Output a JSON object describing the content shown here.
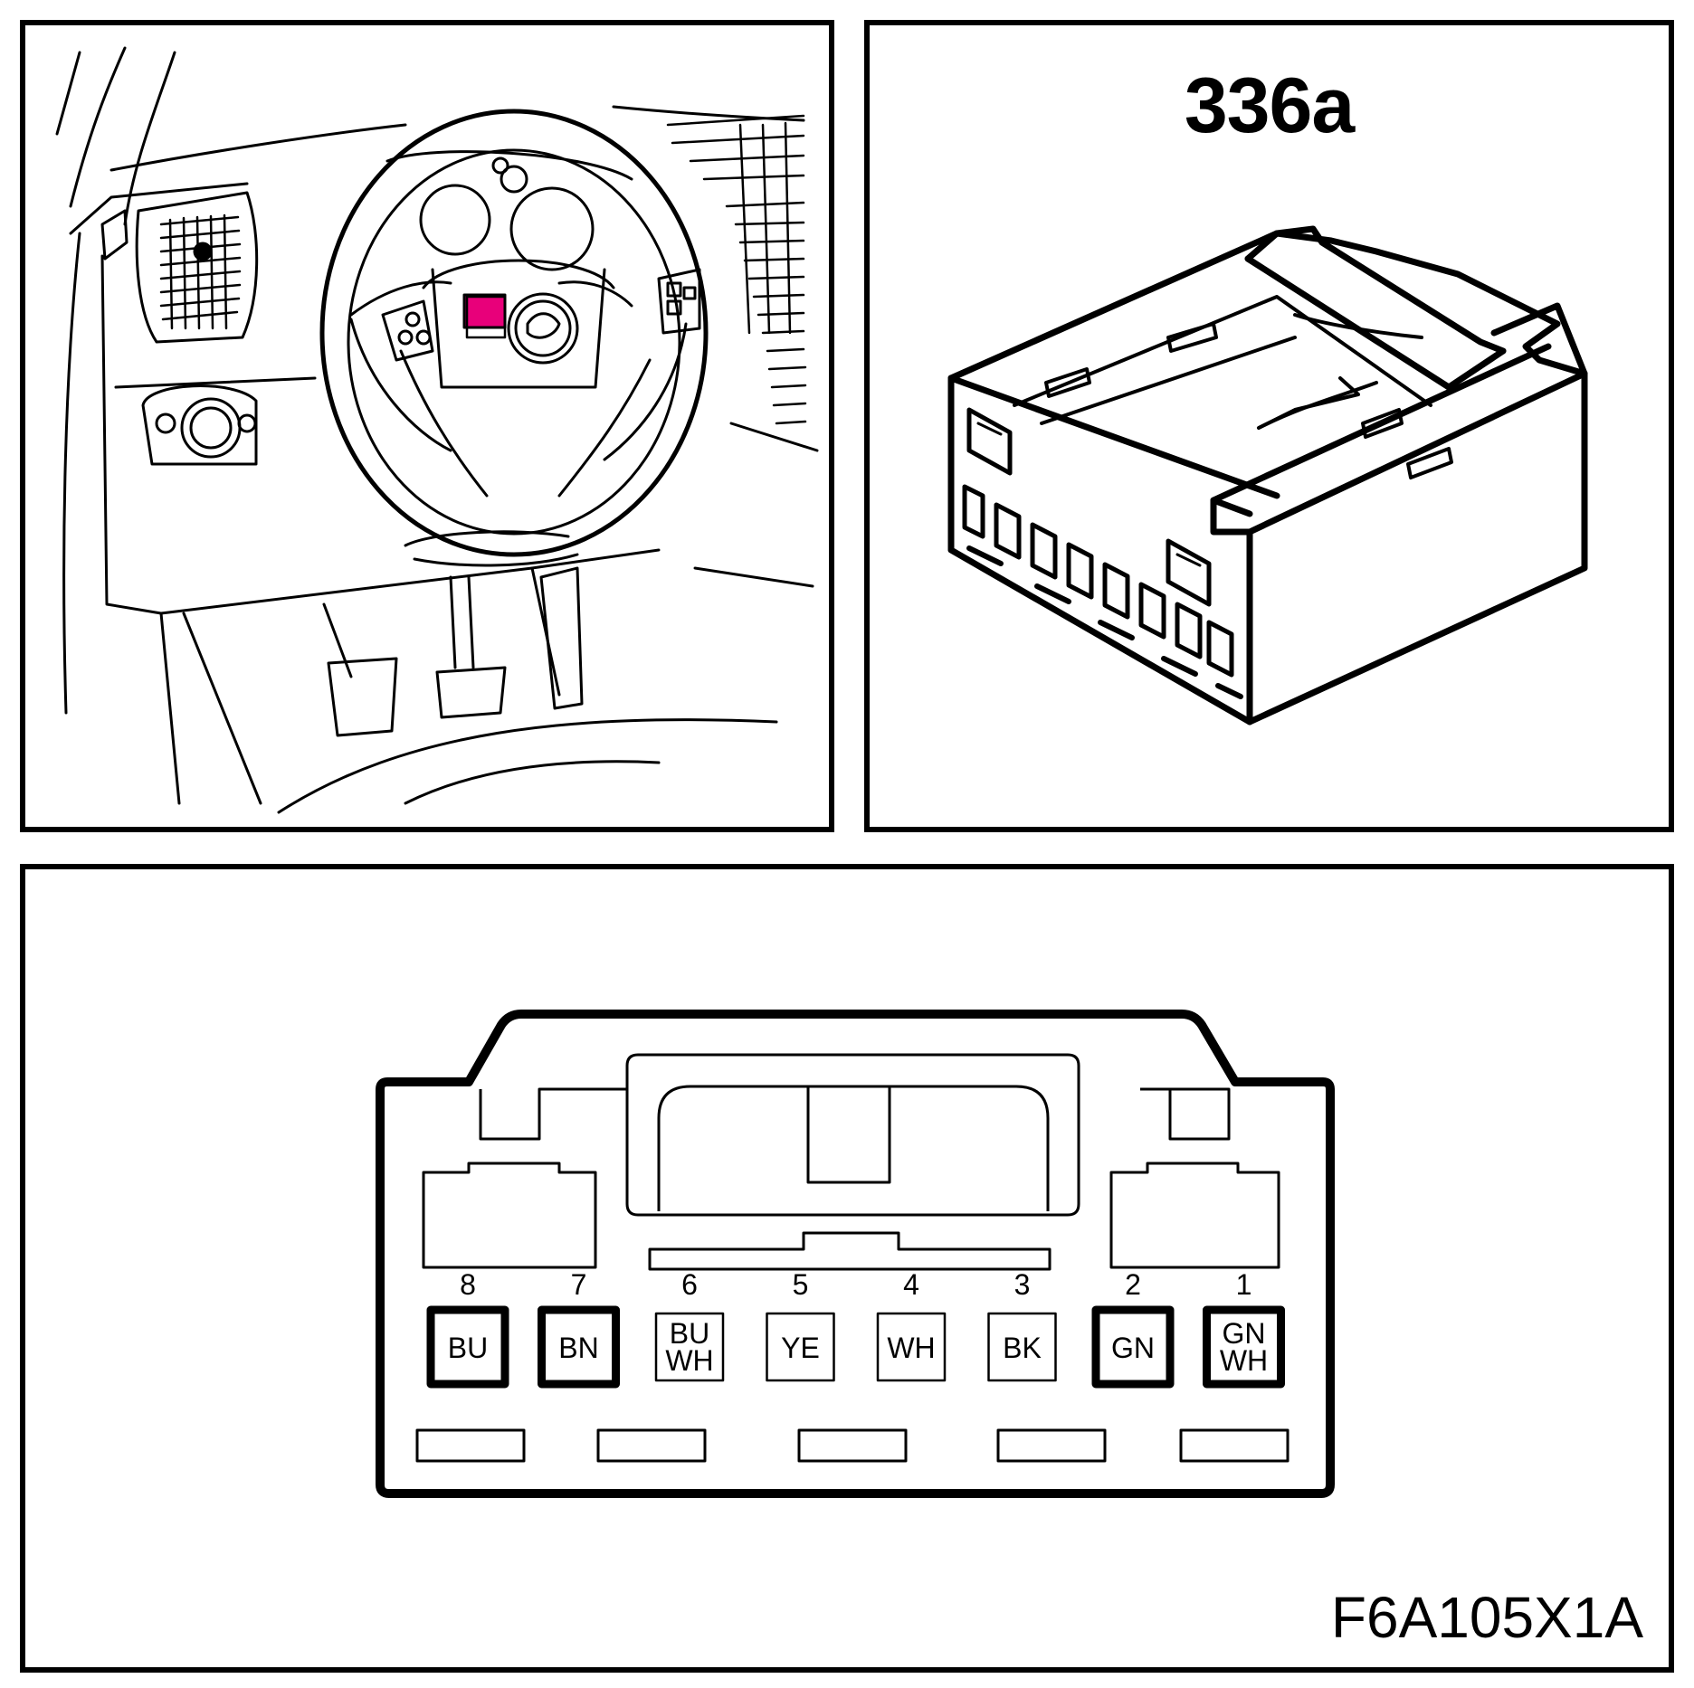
{
  "connector": {
    "id": "336a",
    "figure_code": "F6A105X1A"
  },
  "locator": {
    "highlight_color": "#e8007a"
  },
  "pins": [
    {
      "number": "8",
      "color_code": [
        "BU"
      ],
      "style": "heavy"
    },
    {
      "number": "7",
      "color_code": [
        "BN"
      ],
      "style": "heavy"
    },
    {
      "number": "6",
      "color_code": [
        "BU",
        "WH"
      ],
      "style": "light"
    },
    {
      "number": "5",
      "color_code": [
        "YE"
      ],
      "style": "light"
    },
    {
      "number": "4",
      "color_code": [
        "WH"
      ],
      "style": "light"
    },
    {
      "number": "3",
      "color_code": [
        "BK"
      ],
      "style": "light"
    },
    {
      "number": "2",
      "color_code": [
        "GN"
      ],
      "style": "heavy"
    },
    {
      "number": "1",
      "color_code": [
        "GN",
        "WH"
      ],
      "style": "heavy"
    }
  ]
}
